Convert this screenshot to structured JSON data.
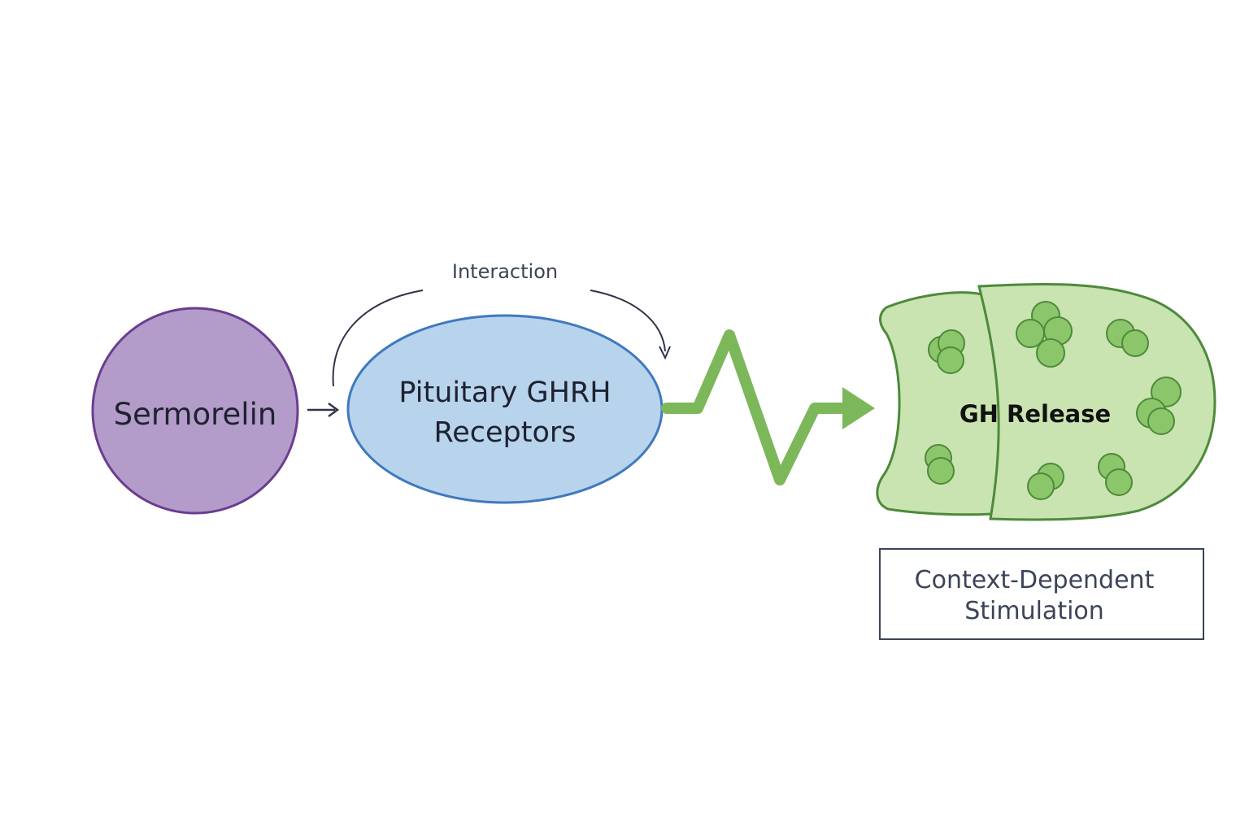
{
  "diagram": {
    "interaction_label": "Interaction",
    "sermorelin_label": "Sermorelin",
    "receptor_label_line1": "Pituitary GHRH",
    "receptor_label_line2": "Receptors",
    "release_label": "GH Release",
    "context_label_line1": "Context-Dependent",
    "context_label_line2": "Stimulation"
  },
  "colors": {
    "sermorelin_fill": "#b39cc9",
    "sermorelin_stroke": "#6a3d91",
    "receptor_fill": "#b8d3ec",
    "receptor_stroke": "#3f79bf",
    "cell_fill": "#c9e3b1",
    "cell_stroke": "#4d8a3a",
    "granule_fill": "#8cc66b",
    "signal_green": "#7cb85a",
    "arc_stroke": "#2f3548",
    "box_stroke": "#3b4458",
    "text_dark": "#1e2230",
    "text_slate": "#3b4458"
  }
}
